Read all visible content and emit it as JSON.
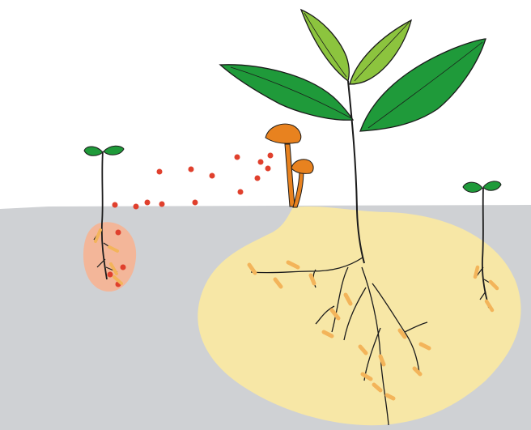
{
  "scene": {
    "description_labels": [],
    "colors": {
      "background": "#ffffff",
      "soil": "#cfd1d4",
      "mycorrhiza_zone": "#f7e7a6",
      "infection_zone": "#f3b699",
      "hyphae": "#f3b45a",
      "spores": "#e0402d",
      "mushroom": "#e8821f",
      "leaf_dark": "#1f9a3a",
      "leaf_light": "#8cc43e",
      "stem": "#1b1b1b"
    },
    "elements": [
      "small-seedling-left",
      "spore-cloud",
      "mushrooms",
      "large-plant",
      "small-seedling-right",
      "soil",
      "mycorrhizal-zone",
      "infection-zone"
    ]
  }
}
